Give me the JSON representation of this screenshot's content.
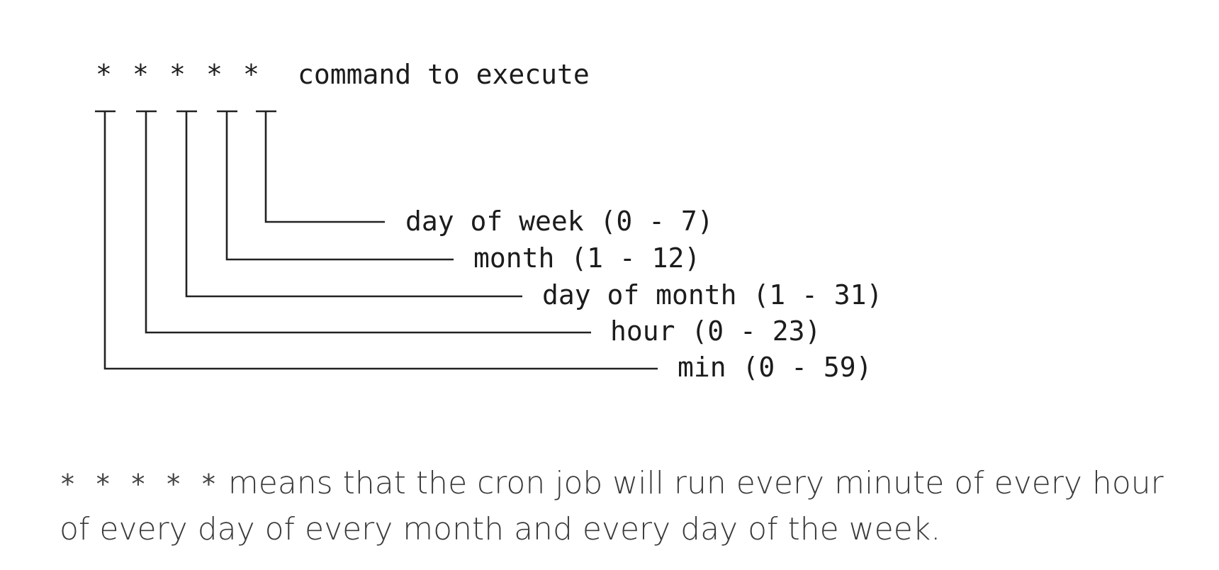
{
  "syntax": {
    "fields": [
      "*",
      "*",
      "*",
      "*",
      "*"
    ],
    "command_label": "command to execute"
  },
  "field_labels": [
    "min (0 - 59)",
    "hour (0 - 23)",
    "day of month (1 - 31)",
    "month (1 - 12)",
    "day of week (0 - 7)"
  ],
  "caption": {
    "stars": "* * * * *",
    "text": " means that the cron job will run every minute of every hour of every day of every month and every day of the week."
  }
}
